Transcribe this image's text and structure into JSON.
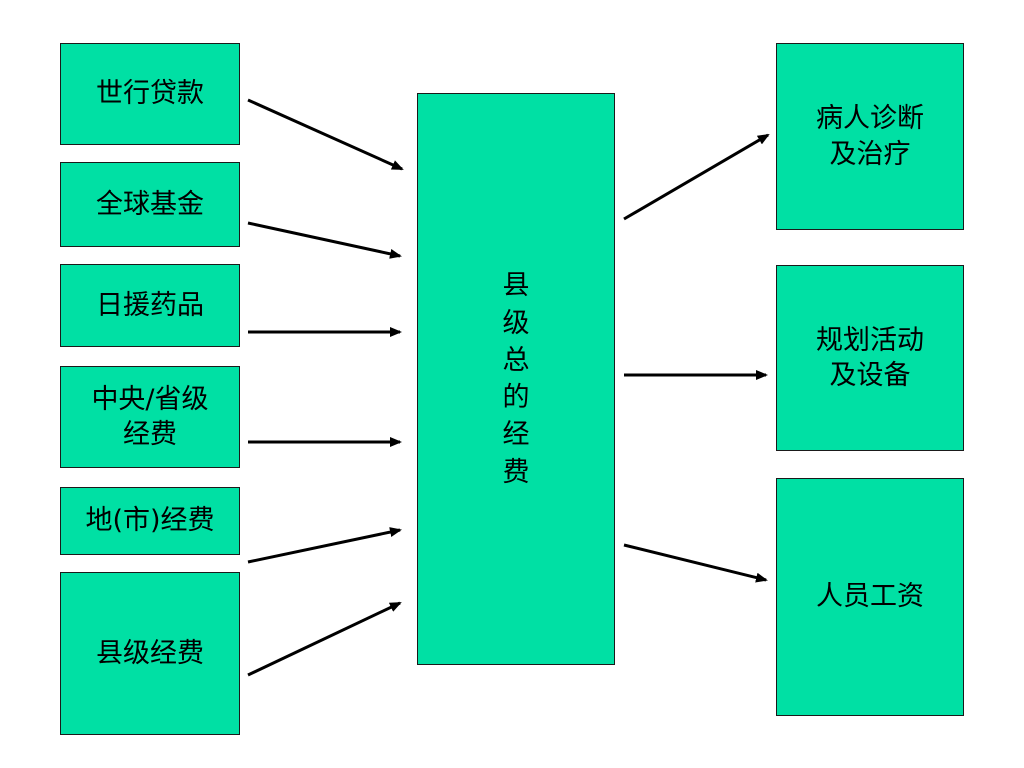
{
  "colors": {
    "box_fill": "#00e0a4",
    "box_border": "#1a1a1a",
    "arrow": "#000000",
    "text": "#000000"
  },
  "sources": [
    {
      "label": "世行贷款"
    },
    {
      "label": "全球基金"
    },
    {
      "label": "日援药品"
    },
    {
      "label": "中央/省级经费"
    },
    {
      "label": "地(市)经费"
    },
    {
      "label": "县级经费"
    }
  ],
  "center": {
    "label": "县级总的经费"
  },
  "uses": [
    {
      "label": "病人诊断及治疗"
    },
    {
      "label": "规划活动及设备"
    },
    {
      "label": "人员工资"
    }
  ]
}
